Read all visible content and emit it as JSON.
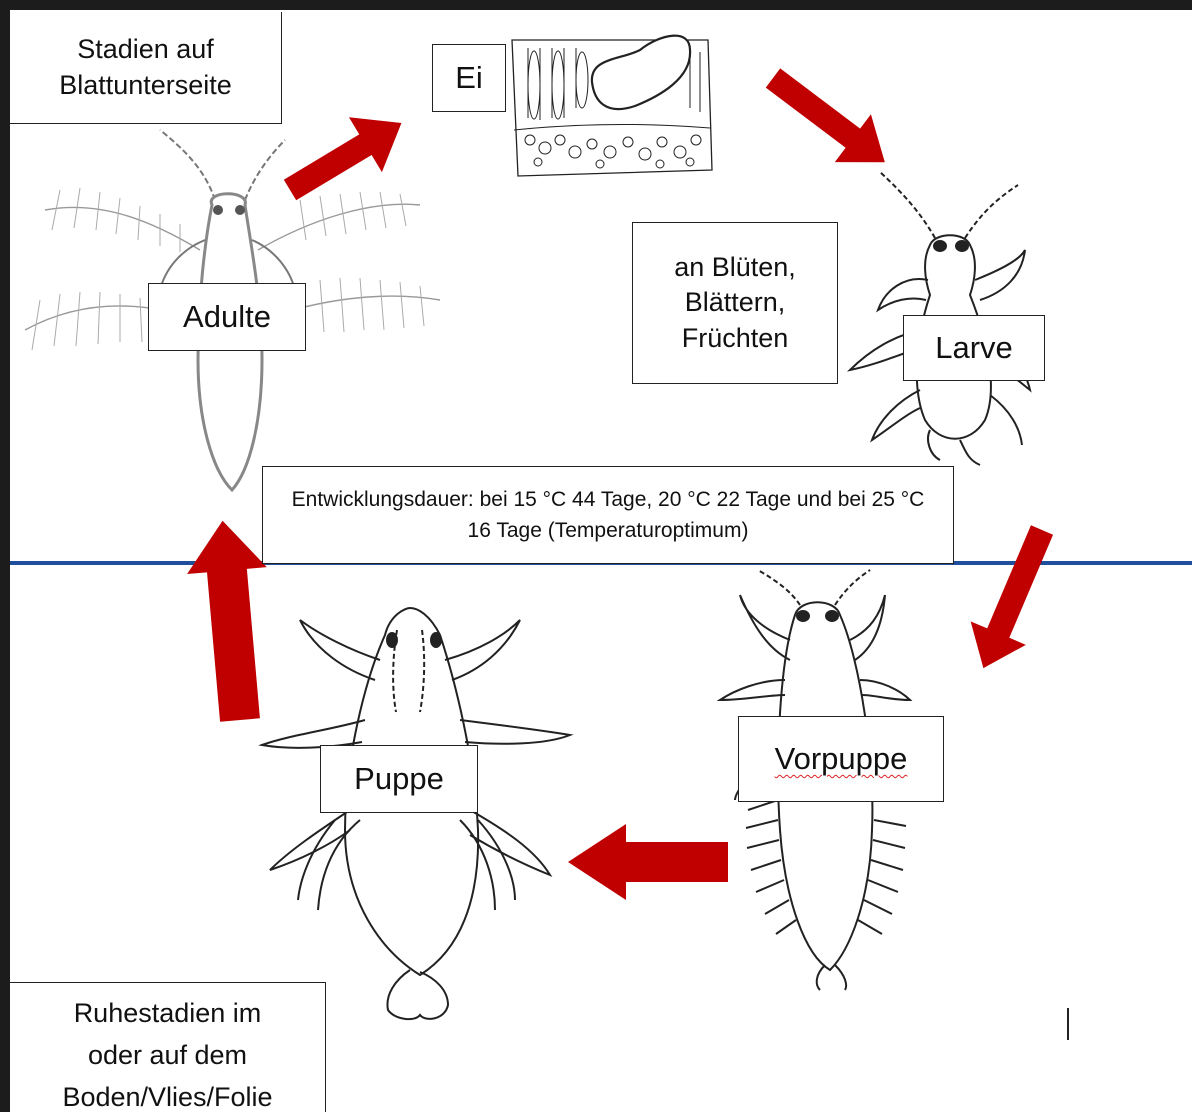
{
  "labels": {
    "stadien_oben": "Stadien auf Blattunterseite",
    "ei": "Ei",
    "larve": "Larve",
    "larve_ort": "an Blüten, Blättern, Früchten",
    "adulte": "Adulte",
    "vorpuppe": "Vorpuppe",
    "puppe": "Puppe",
    "ruhestadien": "Ruhestadien im oder auf dem Boden/Vlies/Folie",
    "entwicklungsdauer": "Entwicklungsdauer: bei 15 °C 44 Tage, 20 °C 22 Tage und bei 25 °C 16 Tage (Temperaturoptimum)"
  },
  "colors": {
    "arrow": "#c00000",
    "divider": "#1f4e9c",
    "frame": "#1c1c1c"
  }
}
